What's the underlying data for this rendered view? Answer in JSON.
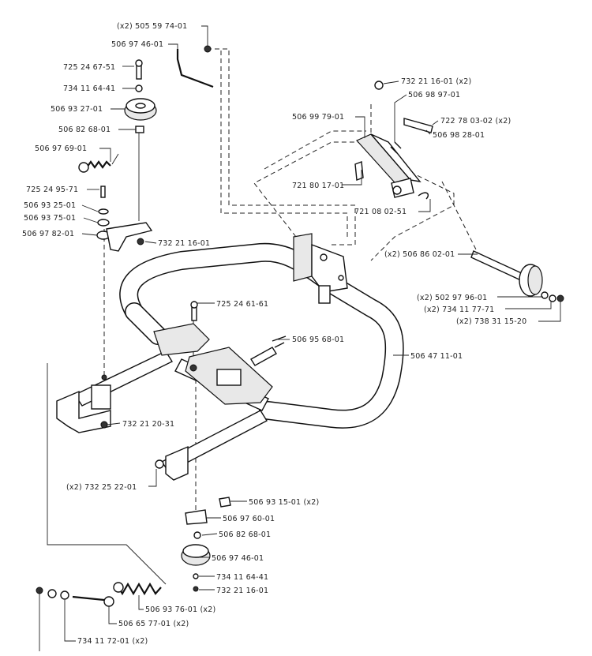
{
  "diagram": {
    "labels": [
      "(x2) 505 59 74-01",
      "506 97 46-01",
      "725 24 67-51",
      "734 11 64-41",
      "506 93 27-01",
      "506 82 68-01",
      "506 97 69-01",
      "725 24 95-71",
      "506 93 25-01",
      "506 93 75-01",
      "506 97 82-01",
      "732 21 16-01",
      "732 21 16-01 (x2)",
      "506 98 97-01",
      "506 99 79-01",
      "722 78 03-02 (x2)",
      "506 98 28-01",
      "721 80 17-01",
      "721 08 02-51",
      "(x2) 506 86 02-01",
      "(x2) 502 97 96-01",
      "(x2) 734 11 77-71",
      "(x2) 738 31 15-20",
      "725 24 61-61",
      "506 95 68-01",
      "506 47 11-01",
      "732 21 20-31",
      "(x2) 732 25 22-01",
      "506 93 15-01 (x2)",
      "506 97 60-01",
      "506 82 68-01",
      "506 97 46-01",
      "734 11 64-41",
      "732 21 16-01",
      "506 93 76-01 (x2)",
      "506 65 77-01 (x2)",
      "734 11 72-01 (x2)"
    ]
  }
}
